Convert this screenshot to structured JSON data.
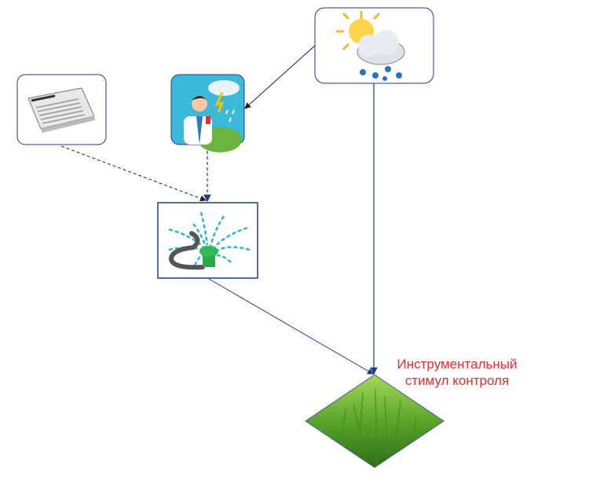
{
  "diagram": {
    "nodes": [
      {
        "id": "newspaper",
        "icon": "newspaper-icon"
      },
      {
        "id": "weather-reporter",
        "icon": "weather-reporter-icon"
      },
      {
        "id": "weather",
        "icon": "sun-rain-cloud-icon"
      },
      {
        "id": "sprinkler",
        "icon": "sprinkler-icon"
      },
      {
        "id": "lawn",
        "icon": "grass-icon"
      }
    ],
    "edges": [
      {
        "from": "weather",
        "to": "weather-reporter",
        "style": "solid"
      },
      {
        "from": "weather",
        "to": "lawn",
        "style": "solid"
      },
      {
        "from": "weather-reporter",
        "to": "sprinkler",
        "style": "dashed"
      },
      {
        "from": "newspaper",
        "to": "sprinkler",
        "style": "dashed"
      },
      {
        "from": "sprinkler",
        "to": "lawn",
        "style": "solid"
      }
    ],
    "label_line1": "Инструментальный",
    "label_line2": "стимул контроля",
    "colors": {
      "border": "#1f3a93",
      "label": "#ee2a2a",
      "grass": "#5aa52a",
      "water": "#29b6d8"
    }
  }
}
